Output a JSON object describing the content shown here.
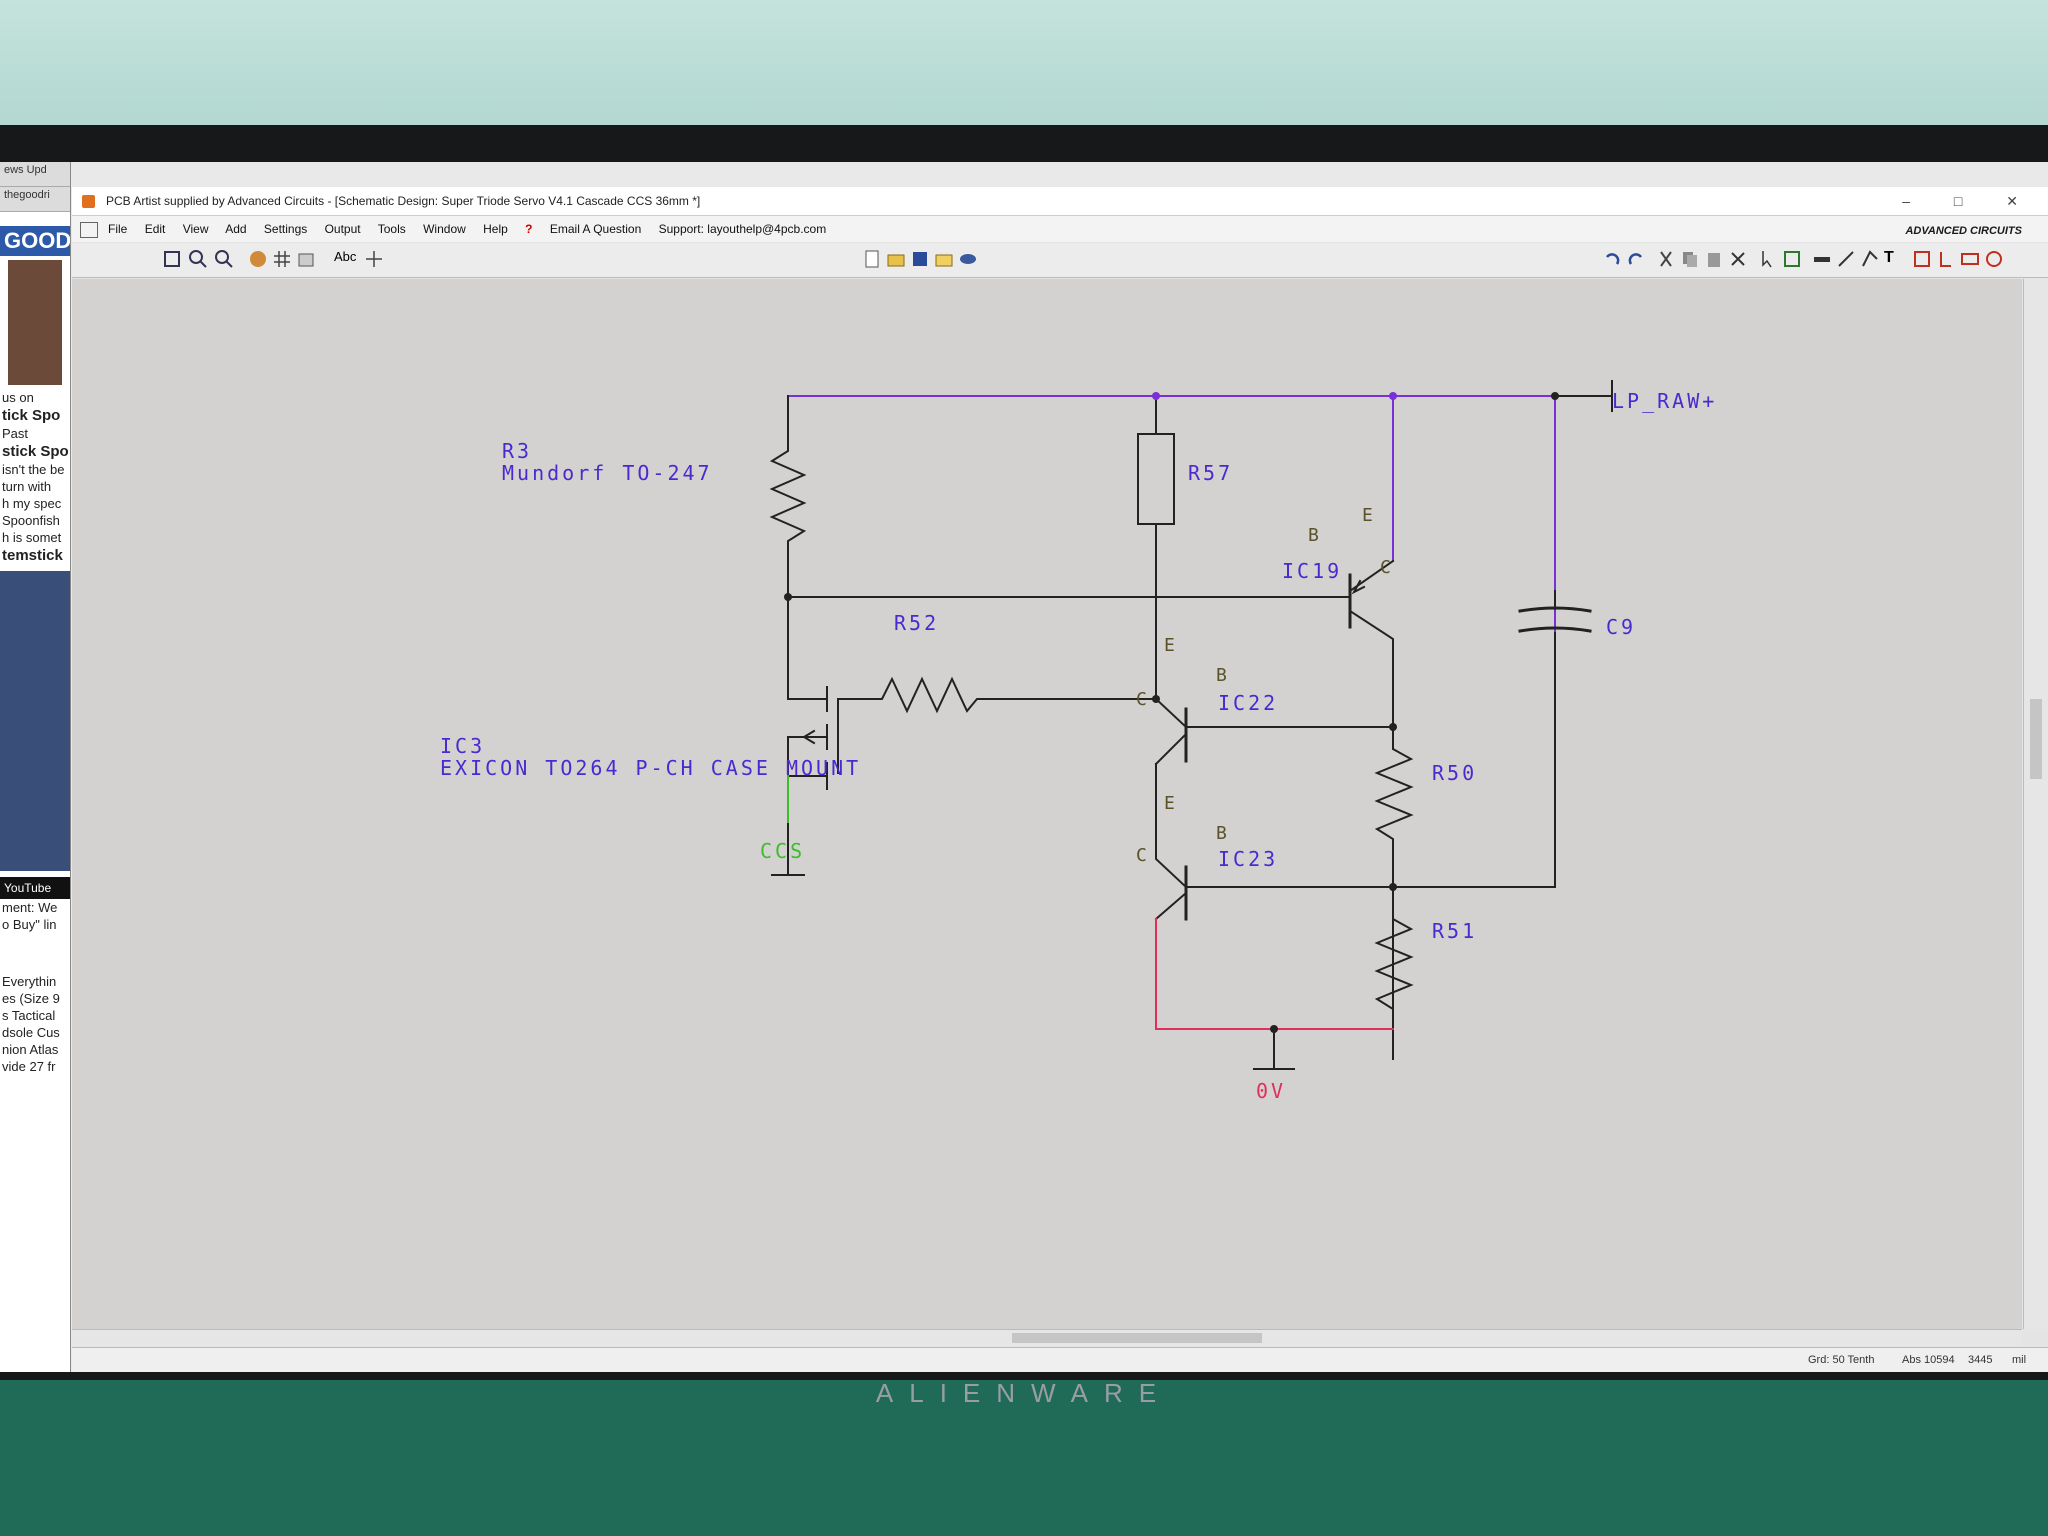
{
  "window": {
    "title": "PCB Artist supplied by Advanced Circuits - [Schematic Design: Super Triode Servo V4.1 Cascade CCS 36mm *]",
    "controls": [
      "–",
      "□",
      "✕"
    ]
  },
  "menu": {
    "items": [
      "File",
      "Edit",
      "View",
      "Add",
      "Settings",
      "Output",
      "Tools",
      "Window",
      "Help"
    ],
    "email_label": "Email A Question",
    "support_label": "Support: layouthelp@4pcb.com",
    "brand": "ADVANCED CIRCUITS"
  },
  "browser_side": {
    "tabs": [
      "ews Upd",
      "thegoodri"
    ],
    "logo": "GOOD",
    "lines": [
      "us on",
      "tick Spo",
      "Past",
      "stick Spo",
      "isn't the be",
      "turn with",
      "h my spec",
      "Spoonfish",
      "h is somet",
      "temstick"
    ],
    "youtube": "YouTube",
    "comment_lines": [
      "ment: We",
      "o Buy\" lin",
      "Everythin",
      "es (Size 9",
      "s Tactical",
      "dsole Cus",
      "nion Atlas",
      "vide 27 fr"
    ]
  },
  "schematic": {
    "components": {
      "r3": {
        "ref": "R3",
        "value": "Mundorf TO-247"
      },
      "r57": "R57",
      "r52": "R52",
      "r50": "R50",
      "r51": "R51",
      "c9": "C9",
      "ic19": "IC19",
      "ic22": "IC22",
      "ic23": "IC23",
      "ic3": {
        "ref": "IC3",
        "value": "EXICON TO264 P-CH CASE MOUNT"
      }
    },
    "pins": {
      "e": "E",
      "b": "B",
      "c": "C"
    },
    "nets": {
      "supply": "LP_RAW+",
      "ccs": "CCS",
      "ground": "0V"
    }
  },
  "status": {
    "grid": "Grd: 50 Tenth",
    "abs": "Abs 10594",
    "coord": "3445",
    "units": "mil"
  },
  "monitor_brand": "ALIENWARE"
}
